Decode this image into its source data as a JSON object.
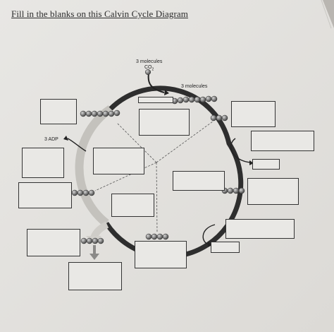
{
  "worksheet": {
    "title": "Fill in the blanks on this Calvin Cycle Diagram"
  },
  "diagram": {
    "label_co2_line1": "3 molecules",
    "label_co2_line2": "CO",
    "label_co2_subscript": "2",
    "label_top_right": "3 molecules",
    "label_adp": "3 ADP"
  },
  "colors": {
    "page": "#e6e5e2",
    "cycle_dark": "#2d2d2d",
    "cycle_light": "#b9b7b2",
    "molecule": "#777777",
    "box_fill": "#e9e8e5"
  }
}
